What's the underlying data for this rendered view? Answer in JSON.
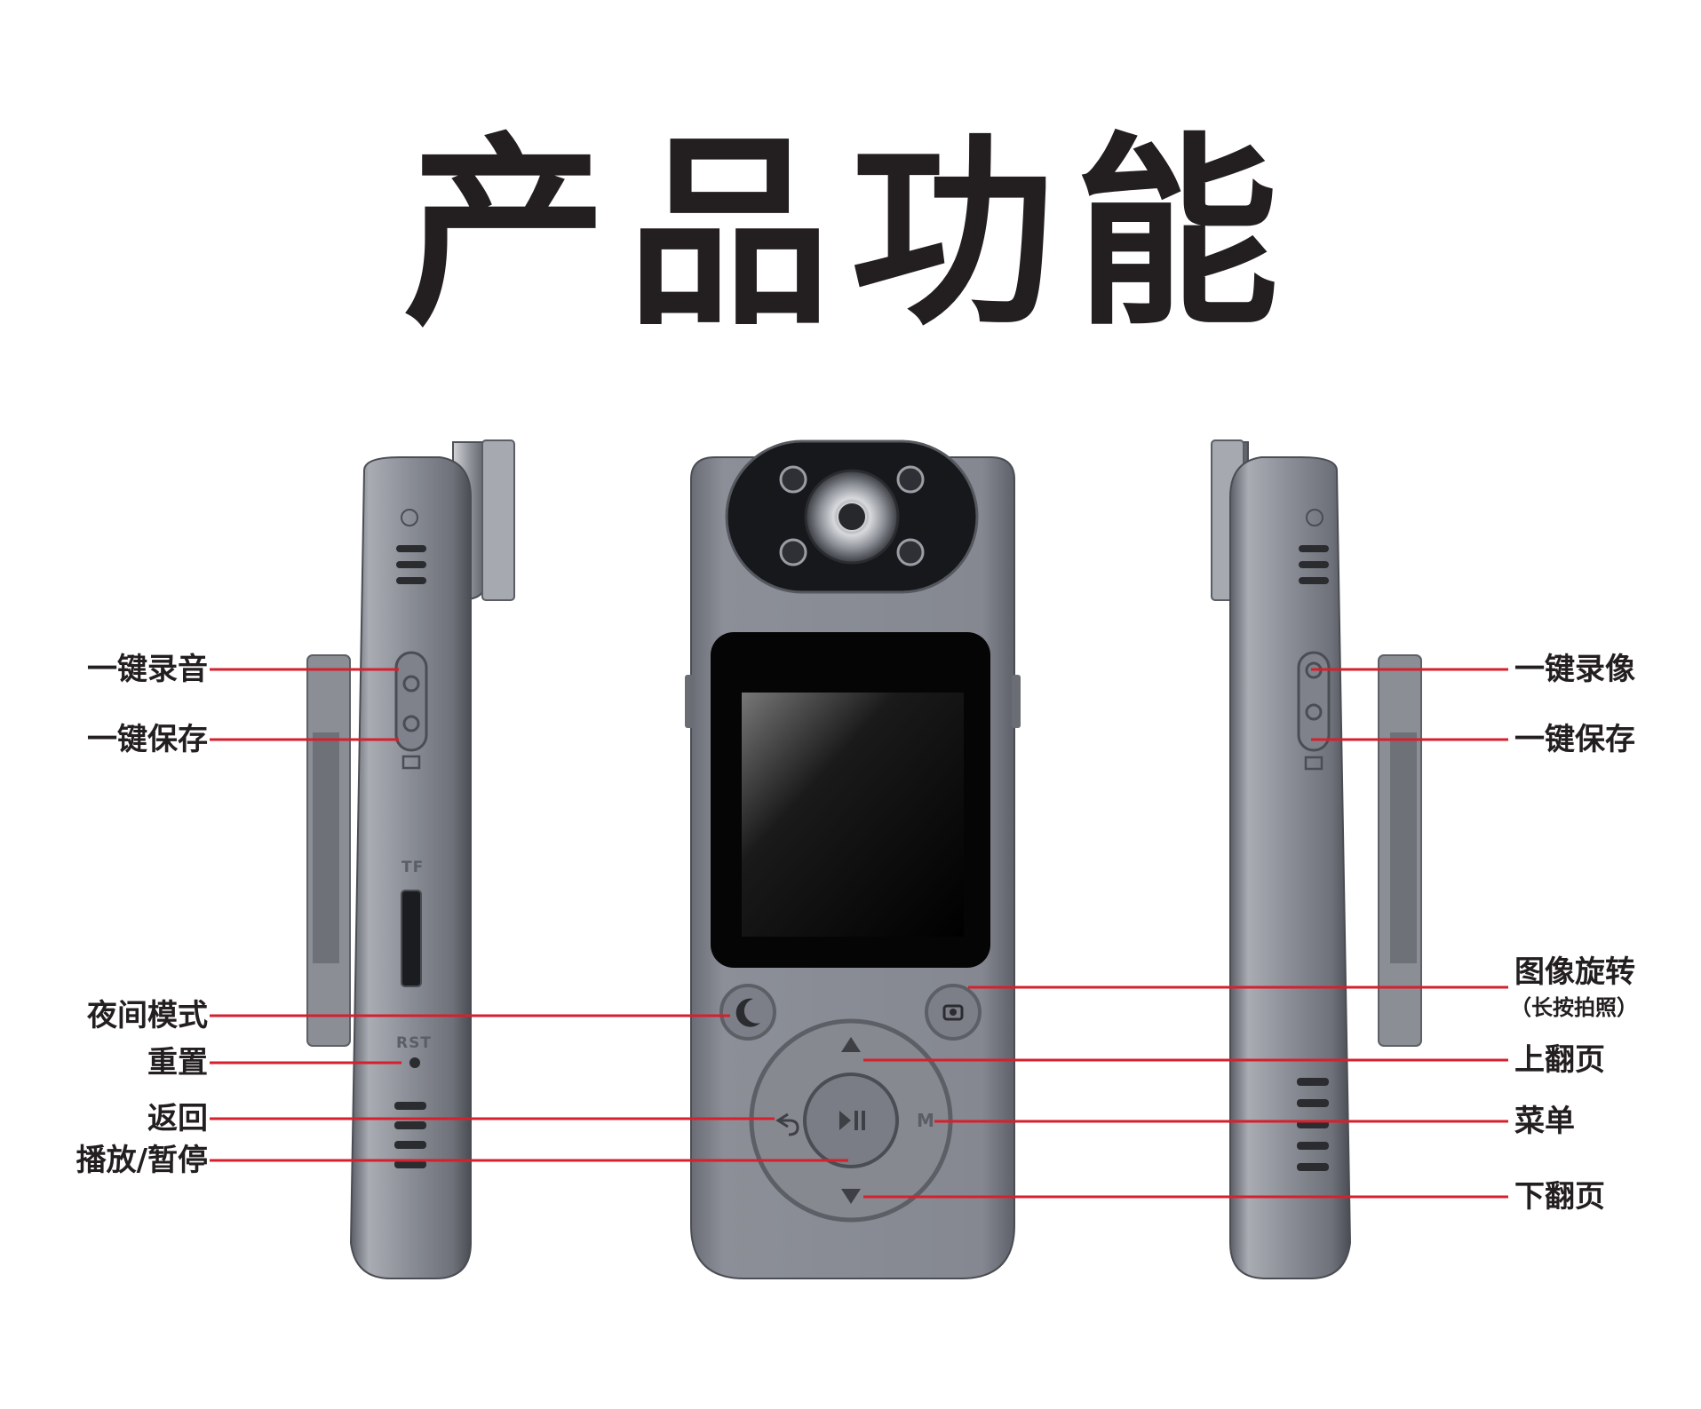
{
  "title": "产品功能",
  "colors": {
    "leader_line": "#d6202d",
    "device_body": "#7d8089",
    "screen": "#000000",
    "text": "#231f20"
  },
  "device": {
    "left_side": {
      "card_slot_label": "TF",
      "reset_label": "RST"
    },
    "front": {
      "mode_key_glyph": "M"
    }
  },
  "callouts": {
    "left": [
      {
        "label": "一键录音"
      },
      {
        "label": "一键保存"
      },
      {
        "label": "夜间模式"
      },
      {
        "label": "重置"
      },
      {
        "label": "返回"
      },
      {
        "label": "播放/暂停"
      }
    ],
    "right": [
      {
        "label": "一键录像"
      },
      {
        "label": "一键保存"
      },
      {
        "label": "图像旋转",
        "note": "（长按拍照）"
      },
      {
        "label": "上翻页"
      },
      {
        "label": "菜单"
      },
      {
        "label": "下翻页"
      }
    ]
  }
}
